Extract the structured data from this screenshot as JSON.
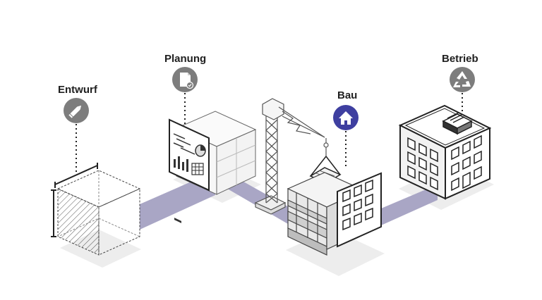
{
  "stages": [
    {
      "id": "entwurf",
      "label": "Entwurf",
      "icon": "pencil-icon",
      "icon_color": "#7d7d7d"
    },
    {
      "id": "planung",
      "label": "Planung",
      "icon": "document-check-icon",
      "icon_color": "#7d7d7d"
    },
    {
      "id": "bau",
      "label": "Bau",
      "icon": "house-icon",
      "icon_color": "#3e3fa0"
    },
    {
      "id": "betrieb",
      "label": "Betrieb",
      "icon": "recycle-icon",
      "icon_color": "#7d7d7d"
    }
  ],
  "colors": {
    "path": "#a9a6c5",
    "line": "#2a2a2a",
    "shadow": "#ececec",
    "accent": "#3e3fa0",
    "icon_grey": "#7d7d7d"
  }
}
